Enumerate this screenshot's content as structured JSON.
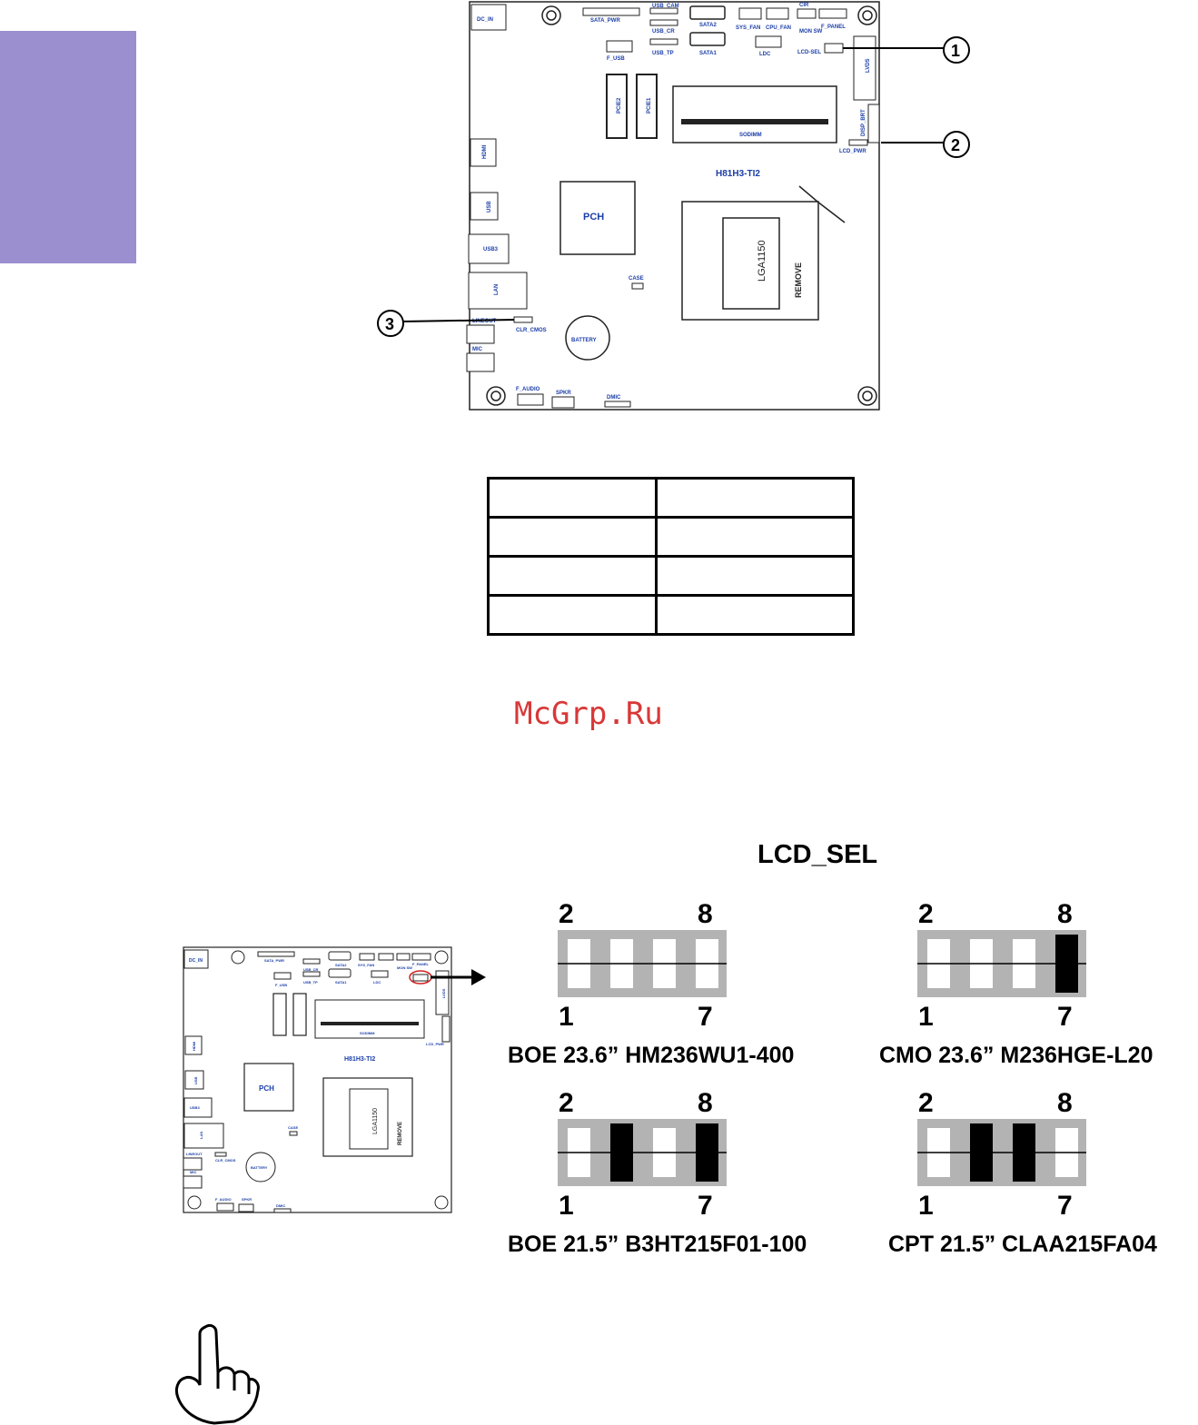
{
  "board": {
    "model": "H81H3-TI2",
    "labels": {
      "dc_in": "DC_IN",
      "sata_pwr": "SATA_PWR",
      "usb_cam": "USB_CAM",
      "usb_cr": "USB_CR",
      "usb_tp": "USB_TP",
      "f_usb": "F_USB",
      "sata2": "SATA2",
      "sata1": "SATA1",
      "sys_fan": "SYS_FAN",
      "cpu_fan": "CPU_FAN",
      "cir": "CIR",
      "f_panel": "F_PANEL",
      "mon_sw": "MON SW",
      "ldc": "LDC",
      "lcd_sel": "LCD-SEL",
      "lvds": "LVDS",
      "disp_brt": "DISP_BRT",
      "lcd_pwr": "LCD_PWR",
      "pcie2": "PCIE2",
      "pcie1": "PCIE1",
      "sodimm": "SODIMM",
      "hdmi": "HDMI",
      "usb": "USB",
      "usb3": "USB3",
      "pch": "PCH",
      "lga": "LGA1150",
      "remove": "REMOVE",
      "case": "CASE",
      "lan": "LAN",
      "lineout": "LINEOUT",
      "clr_cmos": "CLR_CMOS",
      "battery": "BATTERY",
      "mic": "MIC",
      "f_audio": "F_AUDIO",
      "spkr": "SPKR",
      "dmic": "DMIC"
    },
    "callouts": [
      "1",
      "2",
      "3"
    ]
  },
  "watermark": "McGrp.Ru",
  "lcd_sel": {
    "title": "LCD_SEL",
    "pin_top_left": "2",
    "pin_top_right": "8",
    "pin_bottom_left": "1",
    "pin_bottom_right": "7",
    "configs": [
      {
        "caption": "BOE 23.6” HM236WU1-400",
        "jumpers": [
          0,
          0,
          0,
          0
        ]
      },
      {
        "caption": "CMO 23.6” M236HGE-L20",
        "jumpers": [
          0,
          0,
          0,
          1
        ]
      },
      {
        "caption": "BOE 21.5” B3HT215F01-100",
        "jumpers": [
          0,
          1,
          0,
          1
        ]
      },
      {
        "caption": "CPT 21.5” CLAA215FA04",
        "jumpers": [
          0,
          1,
          1,
          0
        ]
      }
    ]
  },
  "colors": {
    "side_tab": "#9b8fd0",
    "label_blue": "#1b3ea8",
    "watermark": "#d83838",
    "header_gray": "#b3b3b3",
    "jumper_black": "#000000"
  }
}
